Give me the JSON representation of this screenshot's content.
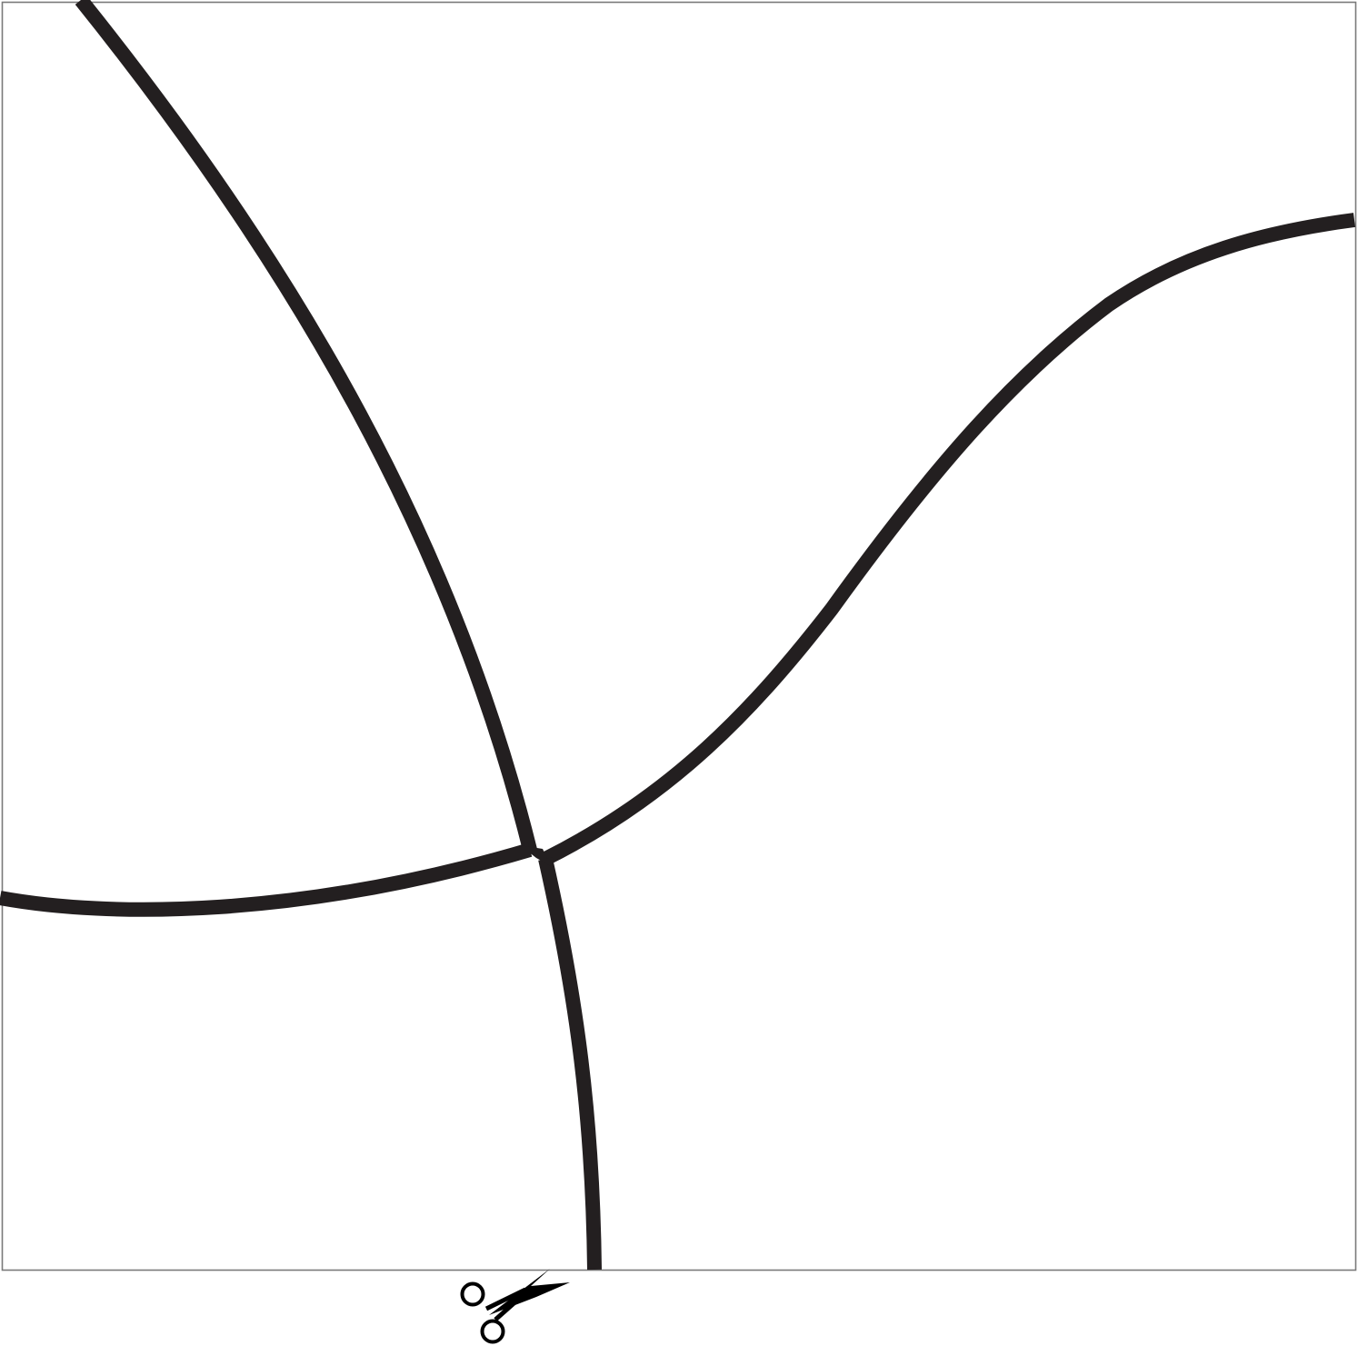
{
  "diagram": {
    "kind": "cut-line template",
    "colors": {
      "background": "#ffffff",
      "frame": "#7a7a7a",
      "cut_line": "#231f20",
      "icon": "#000000"
    },
    "cut_lines": [
      {
        "name": "cut-line-left-arc"
      },
      {
        "name": "cut-line-lower-left-curve"
      },
      {
        "name": "cut-line-s-curve"
      },
      {
        "name": "cut-line-bottom-arc"
      }
    ],
    "icons": [
      {
        "name": "scissors-icon",
        "meaning": "cut here"
      }
    ]
  }
}
